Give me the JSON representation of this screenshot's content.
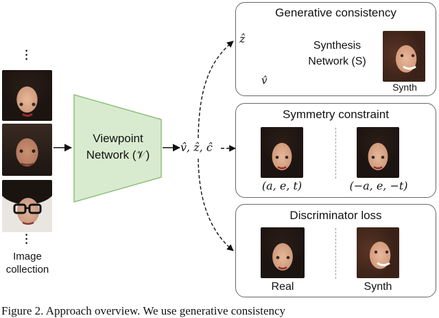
{
  "input": {
    "label_line1": "Image",
    "label_line2": "collection"
  },
  "viewpoint_network": {
    "label_line1": "Viewpoint",
    "label_line2": "Network (𝒱)",
    "fill": "#d9ebcf",
    "stroke": "#8fbf7a"
  },
  "outputs_label": "v̂, ẑ, ĉ",
  "panels": {
    "generative": {
      "title": "Generative consistency",
      "z_label": "ẑ",
      "v_label": "v̂",
      "synthesis_line1": "Synthesis",
      "synthesis_line2": "Network (S)",
      "synthesis_fill": "#bcd0ee",
      "synthesis_stroke": "#7a97c8",
      "output_label": "Synth"
    },
    "symmetry": {
      "title": "Symmetry constraint",
      "left_label": "(a, e, t)",
      "right_label": "(−a, e, −t)"
    },
    "discriminator": {
      "title": "Discriminator loss",
      "left_label": "Real",
      "right_label": "Synth"
    }
  },
  "caption": "Figure 2. Approach overview. We use generative consistency"
}
